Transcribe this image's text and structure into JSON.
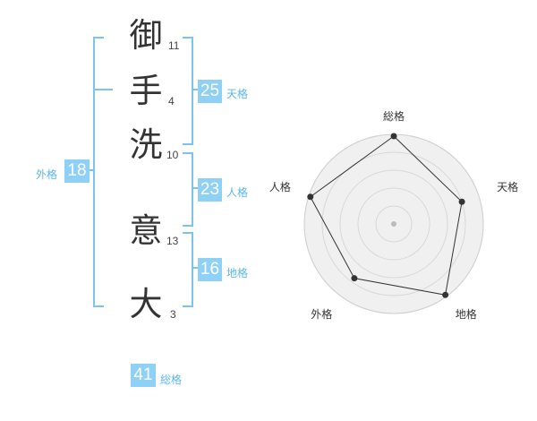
{
  "name_chars": [
    {
      "char": "御",
      "strokes": "11"
    },
    {
      "char": "手",
      "strokes": "4"
    },
    {
      "char": "洗",
      "strokes": "10"
    },
    {
      "char": "意",
      "strokes": "13"
    },
    {
      "char": "大",
      "strokes": "3"
    }
  ],
  "fortunes": {
    "tenkaku": {
      "value": "25",
      "label": "天格"
    },
    "jinkaku": {
      "value": "23",
      "label": "人格"
    },
    "chikaku": {
      "value": "16",
      "label": "地格"
    },
    "gaikaku": {
      "value": "18",
      "label": "外格"
    },
    "soukaku": {
      "value": "41",
      "label": "総格"
    }
  },
  "colors": {
    "accent": "#7cc4ef",
    "badge": "#8fd0f6",
    "label": "#5bb6ea",
    "radar_fill": "#f0f0f0",
    "radar_line": "#333333"
  },
  "chart_data": {
    "type": "radar",
    "axes": [
      "総格",
      "天格",
      "地格",
      "外格",
      "人格"
    ],
    "values": [
      0.98,
      0.8,
      0.98,
      0.75,
      0.98
    ],
    "rings": 4,
    "max": 1
  }
}
